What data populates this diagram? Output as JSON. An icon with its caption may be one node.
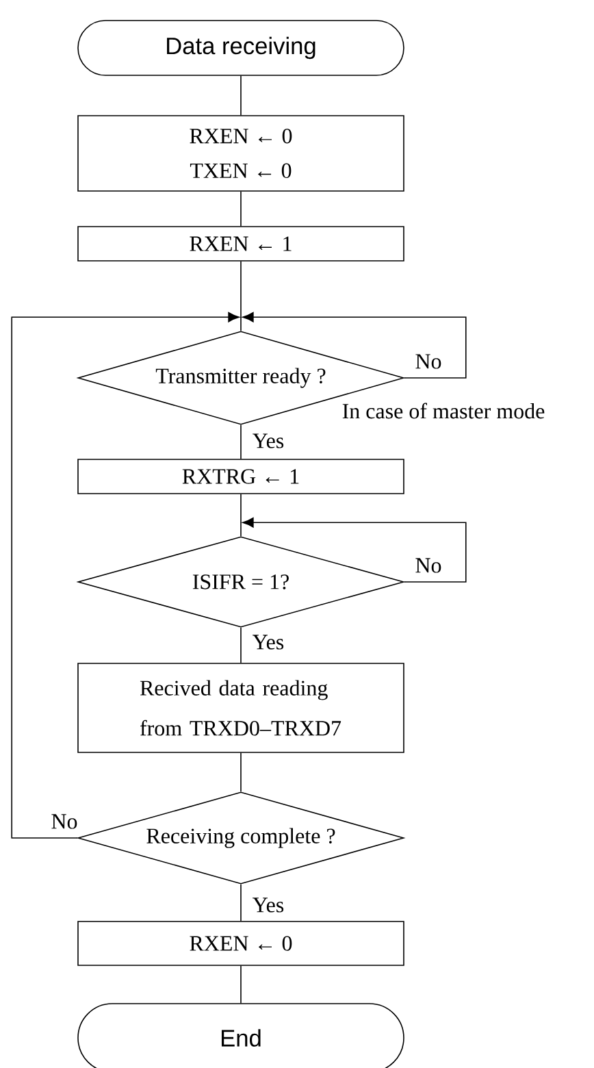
{
  "diagram": {
    "nodes": [
      {
        "text": [
          "Data receiving"
        ]
      },
      {
        "text": [
          "RXEN ← 0",
          "TXEN ← 0"
        ]
      },
      {
        "text": [
          "RXEN ← 1"
        ]
      },
      {
        "text": [
          "Transmitter ready ?"
        ]
      },
      {
        "text": [
          "RXTRG ← 1"
        ]
      },
      {
        "text": [
          "ISIFR = 1?"
        ]
      },
      {
        "text": [
          "Recived data reading from TRXD0–TRXD7"
        ]
      },
      {
        "text": [
          "Receiving complete ?"
        ]
      },
      {
        "text": [
          "RXEN ← 0"
        ]
      },
      {
        "text": [
          "End"
        ]
      }
    ],
    "edges": [
      {
        "from": 0,
        "to": 1,
        "arrow": "none"
      },
      {
        "from": 1,
        "to": 2,
        "arrow": "none"
      },
      {
        "from": 2,
        "to": 3,
        "arrow": "none"
      },
      {
        "from": 3,
        "to": 3,
        "arrow": "to",
        "label": "No"
      },
      {
        "from": 3,
        "to": 4,
        "arrow": "none",
        "label": "Yes"
      },
      {
        "from": 4,
        "to": 5,
        "arrow": "none"
      },
      {
        "from": 5,
        "to": 5,
        "arrow": "to",
        "label": "No"
      },
      {
        "from": 5,
        "to": 6,
        "arrow": "none",
        "label": "Yes"
      },
      {
        "from": 6,
        "to": 7,
        "arrow": "none"
      },
      {
        "from": 7,
        "to": 3,
        "arrow": "to",
        "label": "No"
      },
      {
        "from": 7,
        "to": 8,
        "arrow": "none",
        "label": "Yes"
      },
      {
        "from": 8,
        "to": 9,
        "arrow": "none"
      }
    ],
    "labels": [
      "In case of master mode"
    ]
  }
}
